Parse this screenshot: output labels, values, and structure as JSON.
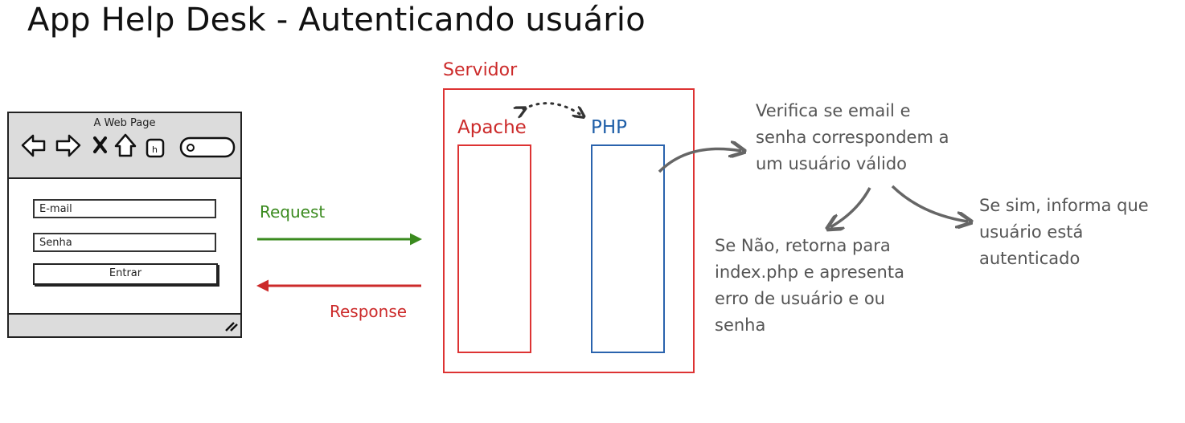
{
  "title": "App Help Desk - Autenticando usuário",
  "browser": {
    "caption": "A Web Page",
    "email_placeholder": "E-mail",
    "password_placeholder": "Senha",
    "login_button": "Entrar"
  },
  "flow": {
    "request_label": "Request",
    "response_label": "Response"
  },
  "server": {
    "label": "Servidor",
    "apache_label": "Apache",
    "php_label": "PHP"
  },
  "notes": {
    "verify": [
      "Verifica se email e",
      "senha correspondem a",
      "um usuário válido"
    ],
    "yes": [
      "Se sim, informa que",
      "usuário está",
      "autenticado"
    ],
    "no": [
      "Se Não, retorna para",
      "index.php e apresenta",
      "erro de usuário e ou",
      "senha"
    ]
  },
  "colors": {
    "request": "#3a8a1e",
    "response": "#cc2a2a",
    "apache": "#cc2a2a",
    "php": "#1f5fa8",
    "note_arrow": "#666666"
  }
}
